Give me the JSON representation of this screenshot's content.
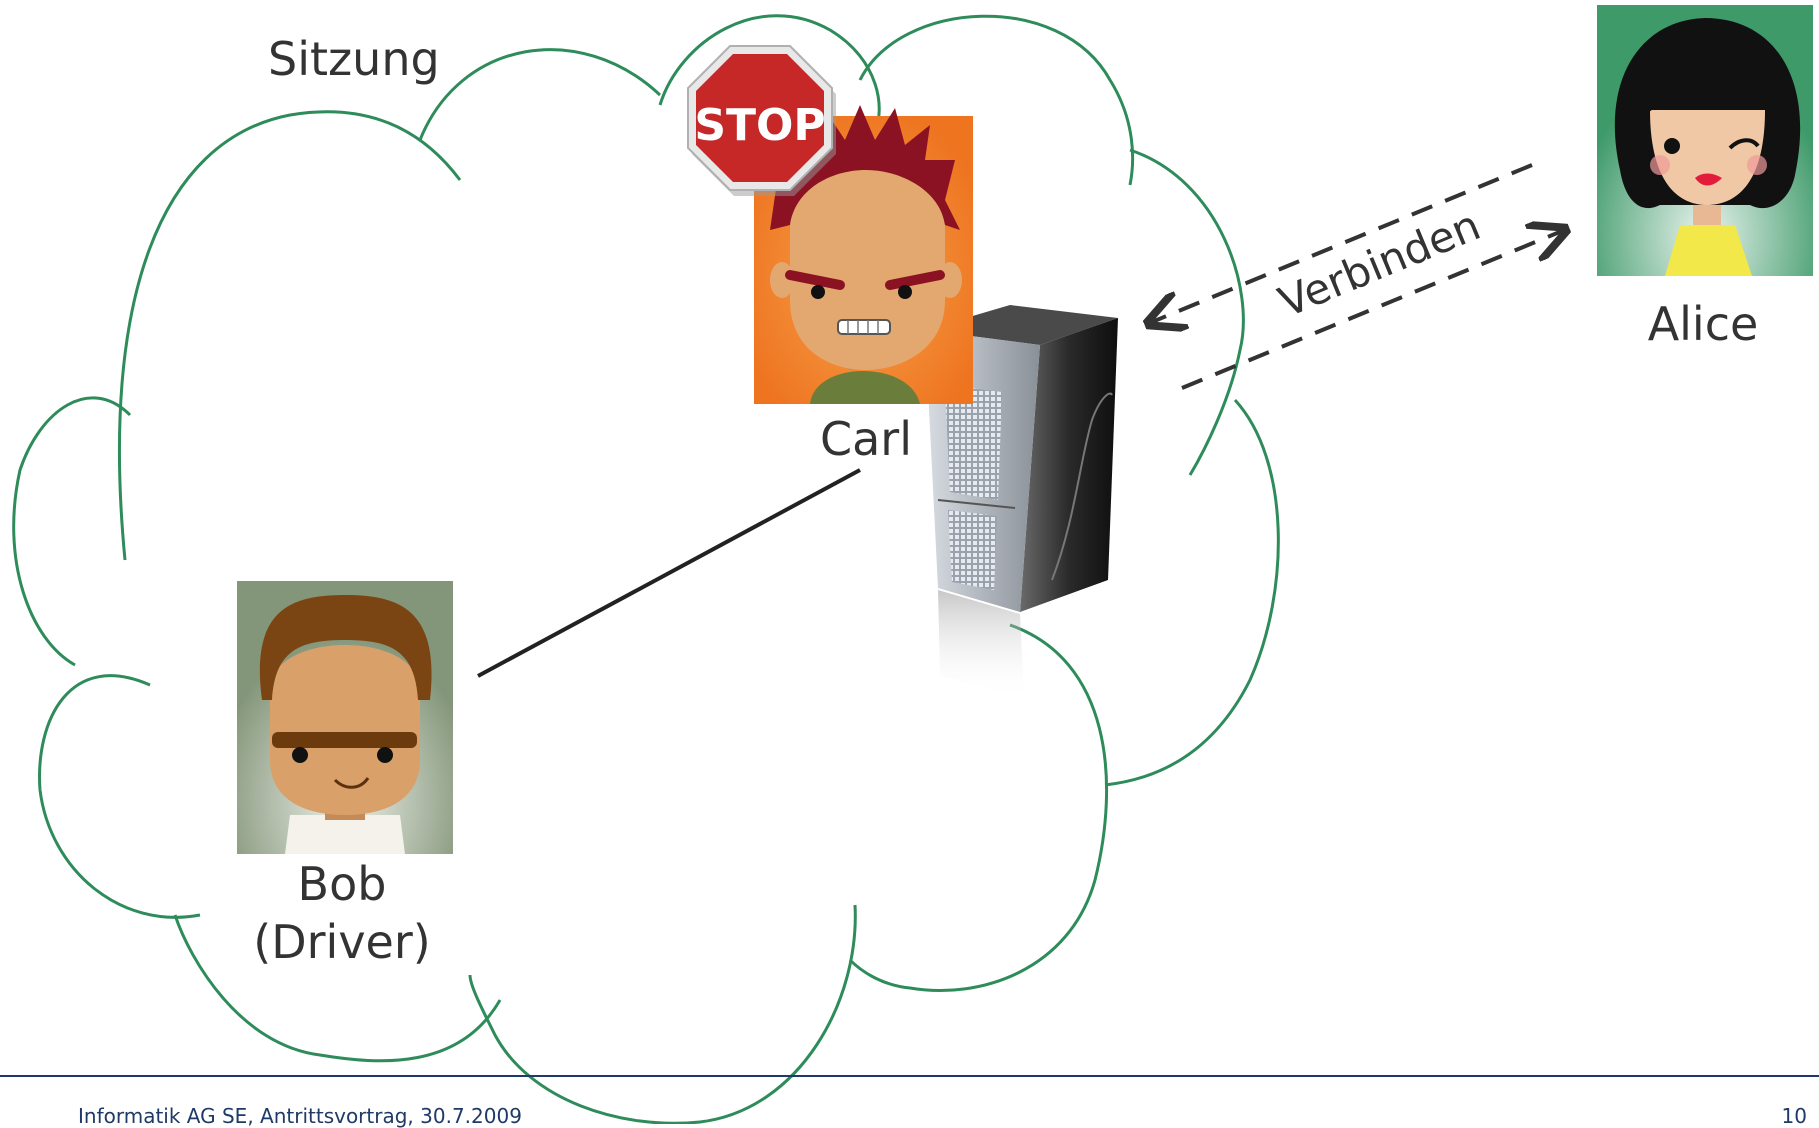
{
  "session_label": "Sitzung",
  "stop_sign_text": "STOP",
  "connect_label": "Verbinden",
  "people": {
    "carl": {
      "name": "Carl"
    },
    "alice": {
      "name": "Alice"
    },
    "bob": {
      "name_line1": "Bob",
      "name_line2": "(Driver)"
    }
  },
  "footer": {
    "text": "Informatik AG SE, Antrittsvortrag, 30.7.2009",
    "page_number": "10"
  },
  "colors": {
    "cloud_outline": "#2e8b5a",
    "footer_rule": "#1f3a66",
    "stop_red": "#c62828",
    "carl_bg": "#f07a24",
    "alice_bg": "#3f9a6a",
    "bob_bg": "#84967a"
  }
}
